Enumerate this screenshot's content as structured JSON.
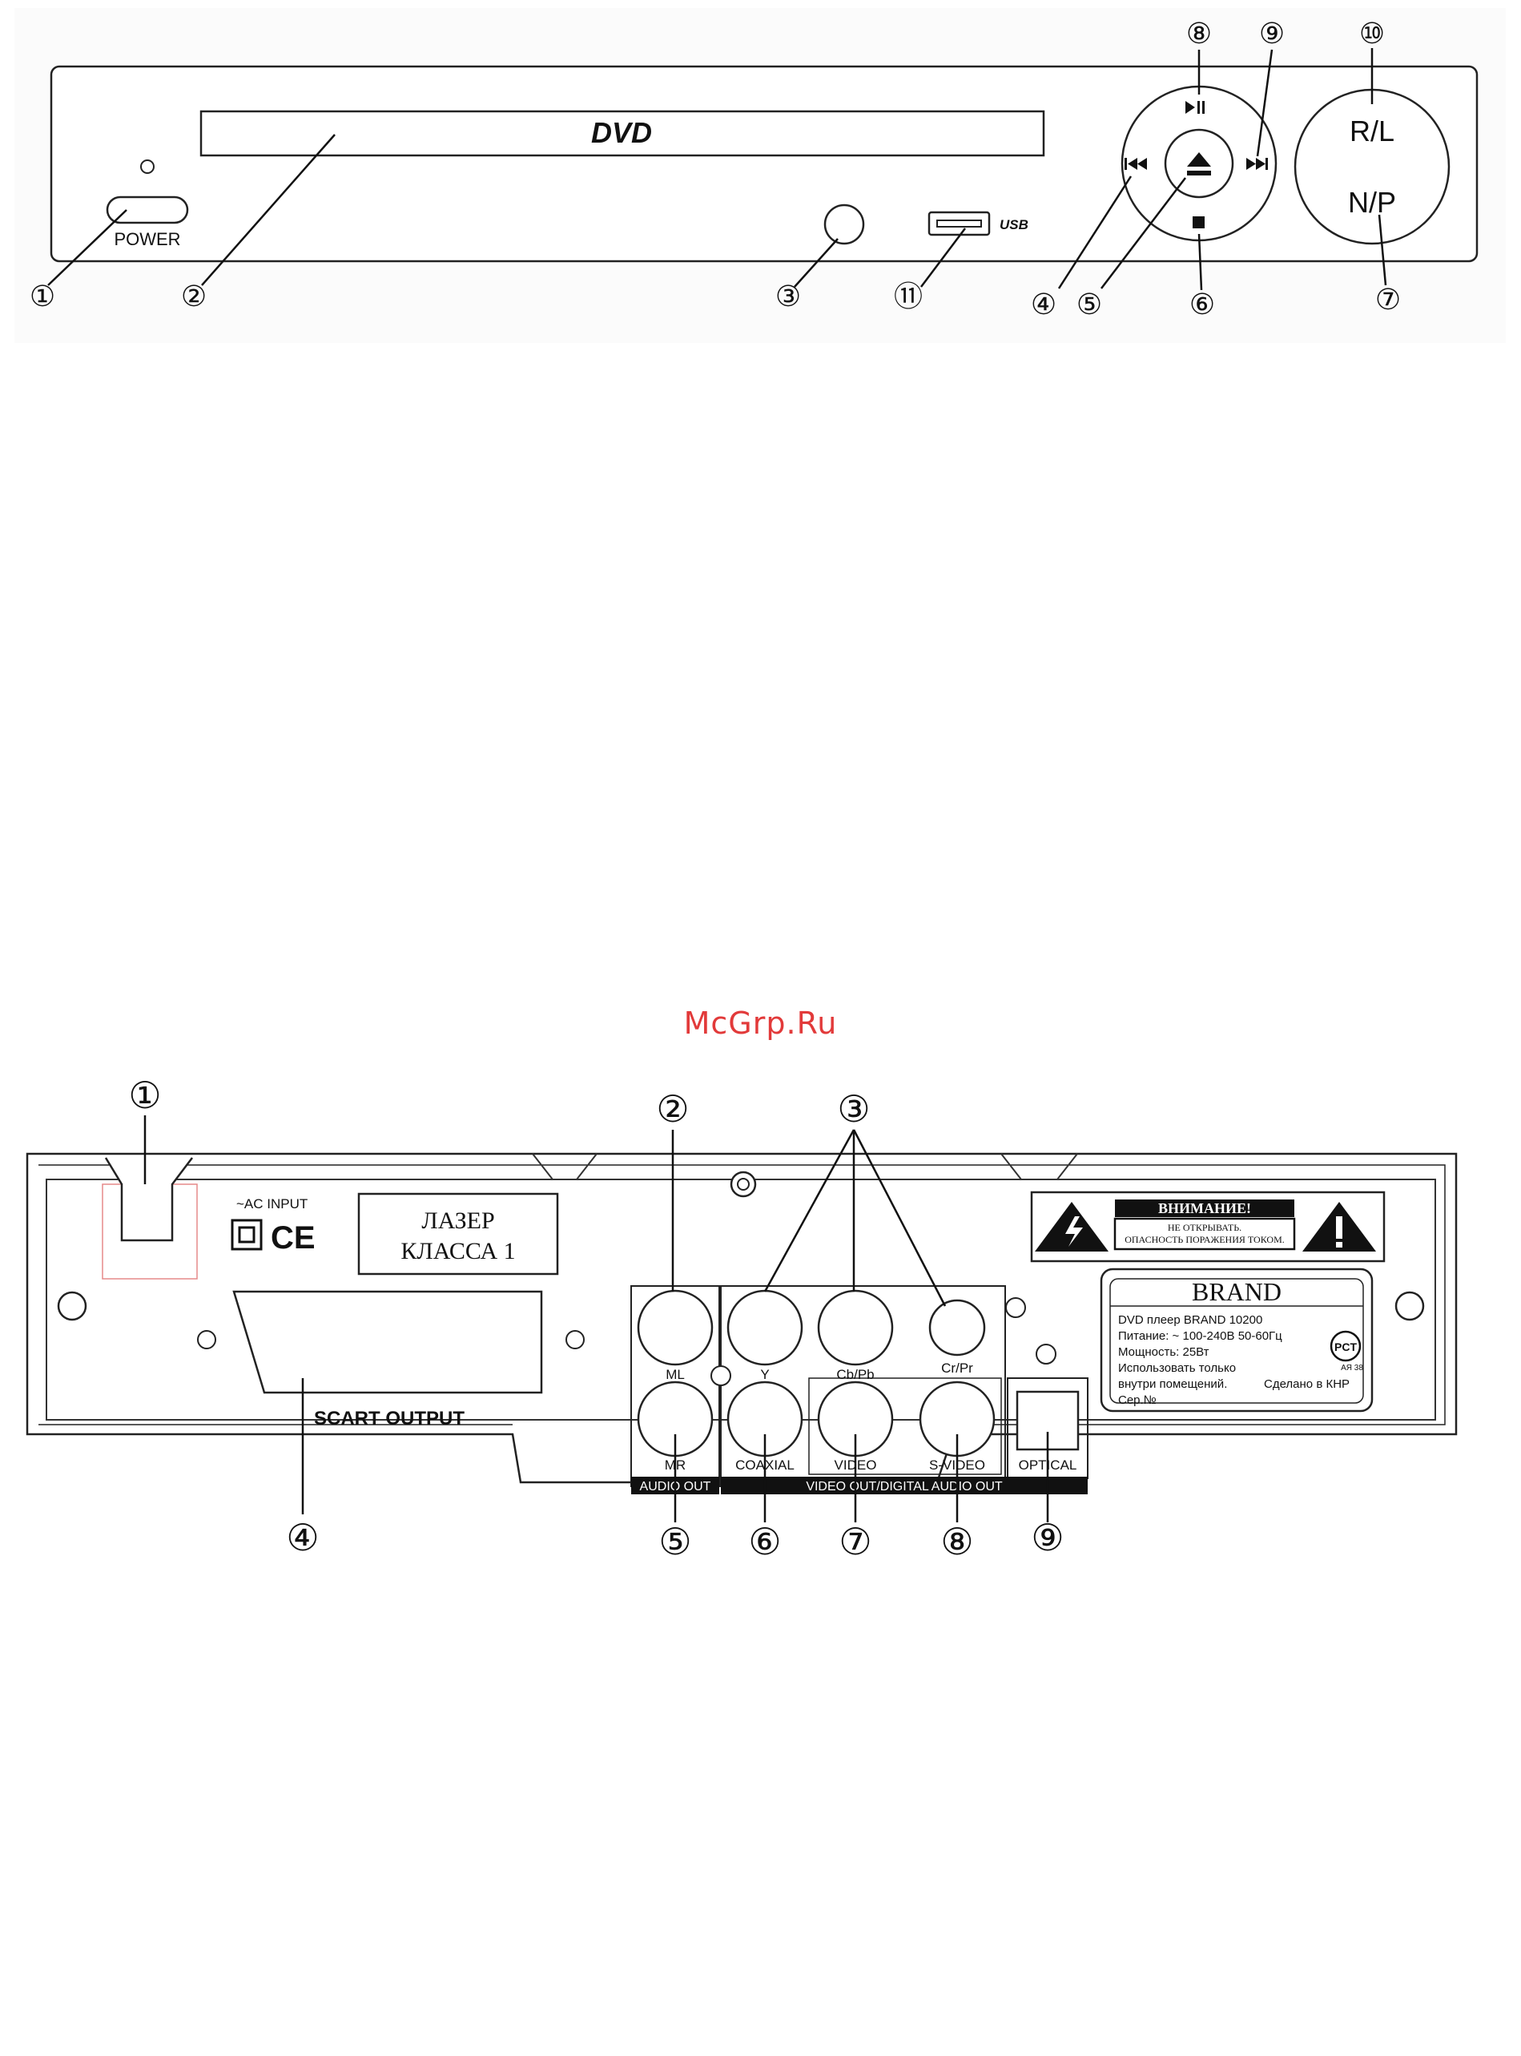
{
  "watermark": "McGrp.Ru",
  "front_panel": {
    "logo": "DVD",
    "power_label": "POWER",
    "usb_label": "USB",
    "rl_label": "R/L",
    "np_label": "N/P",
    "callouts": [
      "①",
      "②",
      "③",
      "④",
      "⑤",
      "⑥",
      "⑦",
      "⑧",
      "⑨",
      "⑩",
      "⑪"
    ]
  },
  "rear_panel": {
    "ac_input_label": "~AC INPUT",
    "ce_mark": "CE",
    "laser_label_line1": "ЛАЗЕР",
    "laser_label_line2": "КЛАССА 1",
    "scart_label": "SCART OUTPUT",
    "jack_ml": "ML",
    "jack_mr": "MR",
    "jack_y": "Y",
    "jack_cb": "Cb/Pb",
    "jack_cr": "Cr/Pr",
    "jack_coaxial": "COAXIAL",
    "jack_video": "VIDEO",
    "jack_svideo": "S-VIDEO",
    "jack_optical": "OPTICAL",
    "group_audio_out": "AUDIO OUT",
    "group_video_out": "VIDEO OUT/DIGITAL AUDIO OUT",
    "warning_title": "ВНИМАНИЕ!",
    "warning_line1": "НЕ ОТКРЫВАТЬ.",
    "warning_line2": "ОПАСНОСТЬ ПОРАЖЕНИЯ ТОКОМ.",
    "brand": "BRAND",
    "spec_line1": "DVD плеер BRAND 10200",
    "spec_line2": "Питание: ~ 100-240В 50-60Гц",
    "spec_line3": "Мощность: 25Вт",
    "spec_line4": "Использовать только",
    "spec_line5": "внутри помещений.",
    "spec_made": "Сделано в КНР",
    "spec_serial": "Сер.№",
    "cert_mark": "PCT",
    "cert_code": "АЯ 38",
    "callouts": [
      "①",
      "②",
      "③",
      "④",
      "⑤",
      "⑥",
      "⑦",
      "⑧",
      "⑨"
    ]
  }
}
